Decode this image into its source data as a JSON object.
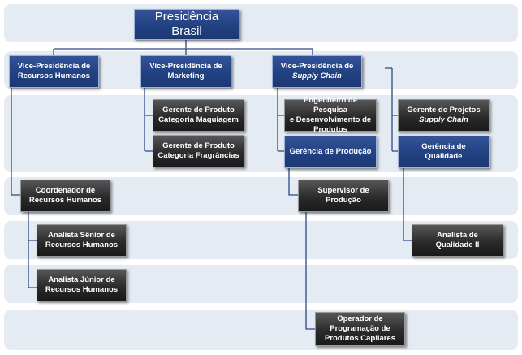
{
  "org_chart": {
    "president": {
      "label": "Presidência Brasil"
    },
    "vp_hr": {
      "line1": "Vice-Presidência de",
      "line2": "Recursos Humanos"
    },
    "vp_marketing": {
      "line1": "Vice-Presidência  de",
      "line2": "Marketing"
    },
    "vp_supply_chain": {
      "line1": "Vice-Presidência de",
      "line2": "Supply Chain"
    },
    "gerente_maquiagem": {
      "line1": "Gerente de Produto",
      "line2": "Categoria Maquiagem"
    },
    "gerente_fragrancias": {
      "line1": "Gerente de Produto",
      "line2": "Categoria Fragrâncias"
    },
    "engenheiro_pd": {
      "line1": "Engenheiro de Pesquisa",
      "line2": "e Desenvolvimento de",
      "line3": "Produtos"
    },
    "gerente_projetos": {
      "line1": "Gerente de Projetos",
      "line2": "Supply Chain"
    },
    "gerencia_producao": {
      "label": "Gerência de Produção"
    },
    "gerencia_qualidade": {
      "line1": "Gerência de",
      "line2": "Qualidade"
    },
    "coordenador_rh": {
      "line1": "Coordenador de",
      "line2": "Recursos Humanos"
    },
    "supervisor_producao": {
      "line1": "Supervisor de",
      "line2": "Produção"
    },
    "analista_senior": {
      "line1": "Analista Sênior de",
      "line2": "Recursos Humanos"
    },
    "analista_qualidade": {
      "line1": "Analista de",
      "line2": "Qualidade II"
    },
    "analista_junior": {
      "line1": "Analista Júnior de",
      "line2": "Recursos Humanos"
    },
    "operador": {
      "line1": "Operador de",
      "line2": "Programação de",
      "line3": "Produtos Capilares"
    }
  },
  "colors": {
    "band": "#e4ebf3",
    "blue_box": "#21407f",
    "dark_box": "#2b2b2b",
    "connector": "#2a4a86"
  }
}
